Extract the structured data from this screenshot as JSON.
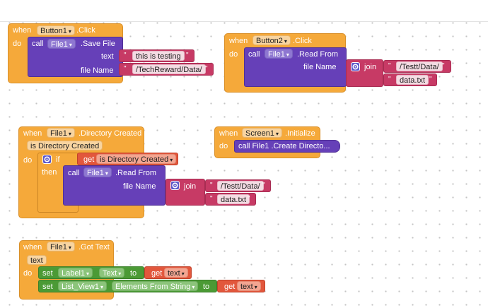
{
  "blocks": {
    "button1_click": {
      "when": "when",
      "component": "Button1",
      "event": ".Click",
      "do": "do",
      "call": "call",
      "target": "File1",
      "method": ".Save File",
      "param_text": "text",
      "text_value": "this is testing",
      "param_file": "file Name",
      "file_value": "/TechReward/Data/"
    },
    "button2_click": {
      "when": "when",
      "component": "Button2",
      "event": ".Click",
      "do": "do",
      "call": "call",
      "target": "File1",
      "method": ".Read From",
      "param_file": "file Name",
      "join": "join",
      "part1": "/Testt/Data/",
      "part2": "data.txt"
    },
    "file1_directory_created": {
      "when": "when",
      "component": "File1",
      "event": ".Directory Created",
      "param": "is Directory Created",
      "do": "do",
      "if": "if",
      "get": "get",
      "get_var": "is Directory Created",
      "then": "then",
      "call": "call",
      "target": "File1",
      "method": ".Read From",
      "param_file": "file Name",
      "join": "join",
      "part1": "/Testt/Data/",
      "part2": "data.txt"
    },
    "screen1_initialize": {
      "when": "when",
      "component": "Screen1",
      "event": ".Initialize",
      "do": "do",
      "collapsed_call": "call  File1 .Create Directo..."
    },
    "file1_got_text": {
      "when": "when",
      "component": "File1",
      "event": ".Got Text",
      "param": "text",
      "do": "do",
      "set1": "set",
      "set1_target": "Label1",
      "set1_prop": "Text",
      "to1": "to",
      "get1": "get",
      "get1_var": "text",
      "set2": "set",
      "set2_target": "List_View1",
      "set2_prop": "Elements From String",
      "to2": "to",
      "get2": "get",
      "get2_var": "text"
    }
  },
  "quote": "\"",
  "dropdown_glyph": "▾",
  "colors": {
    "event": "#f5a93a",
    "procedure": "#6640b8",
    "text": "#c73a65",
    "variable": "#e2573c",
    "setter": "#4b9a35",
    "control": "#f5a93a"
  }
}
